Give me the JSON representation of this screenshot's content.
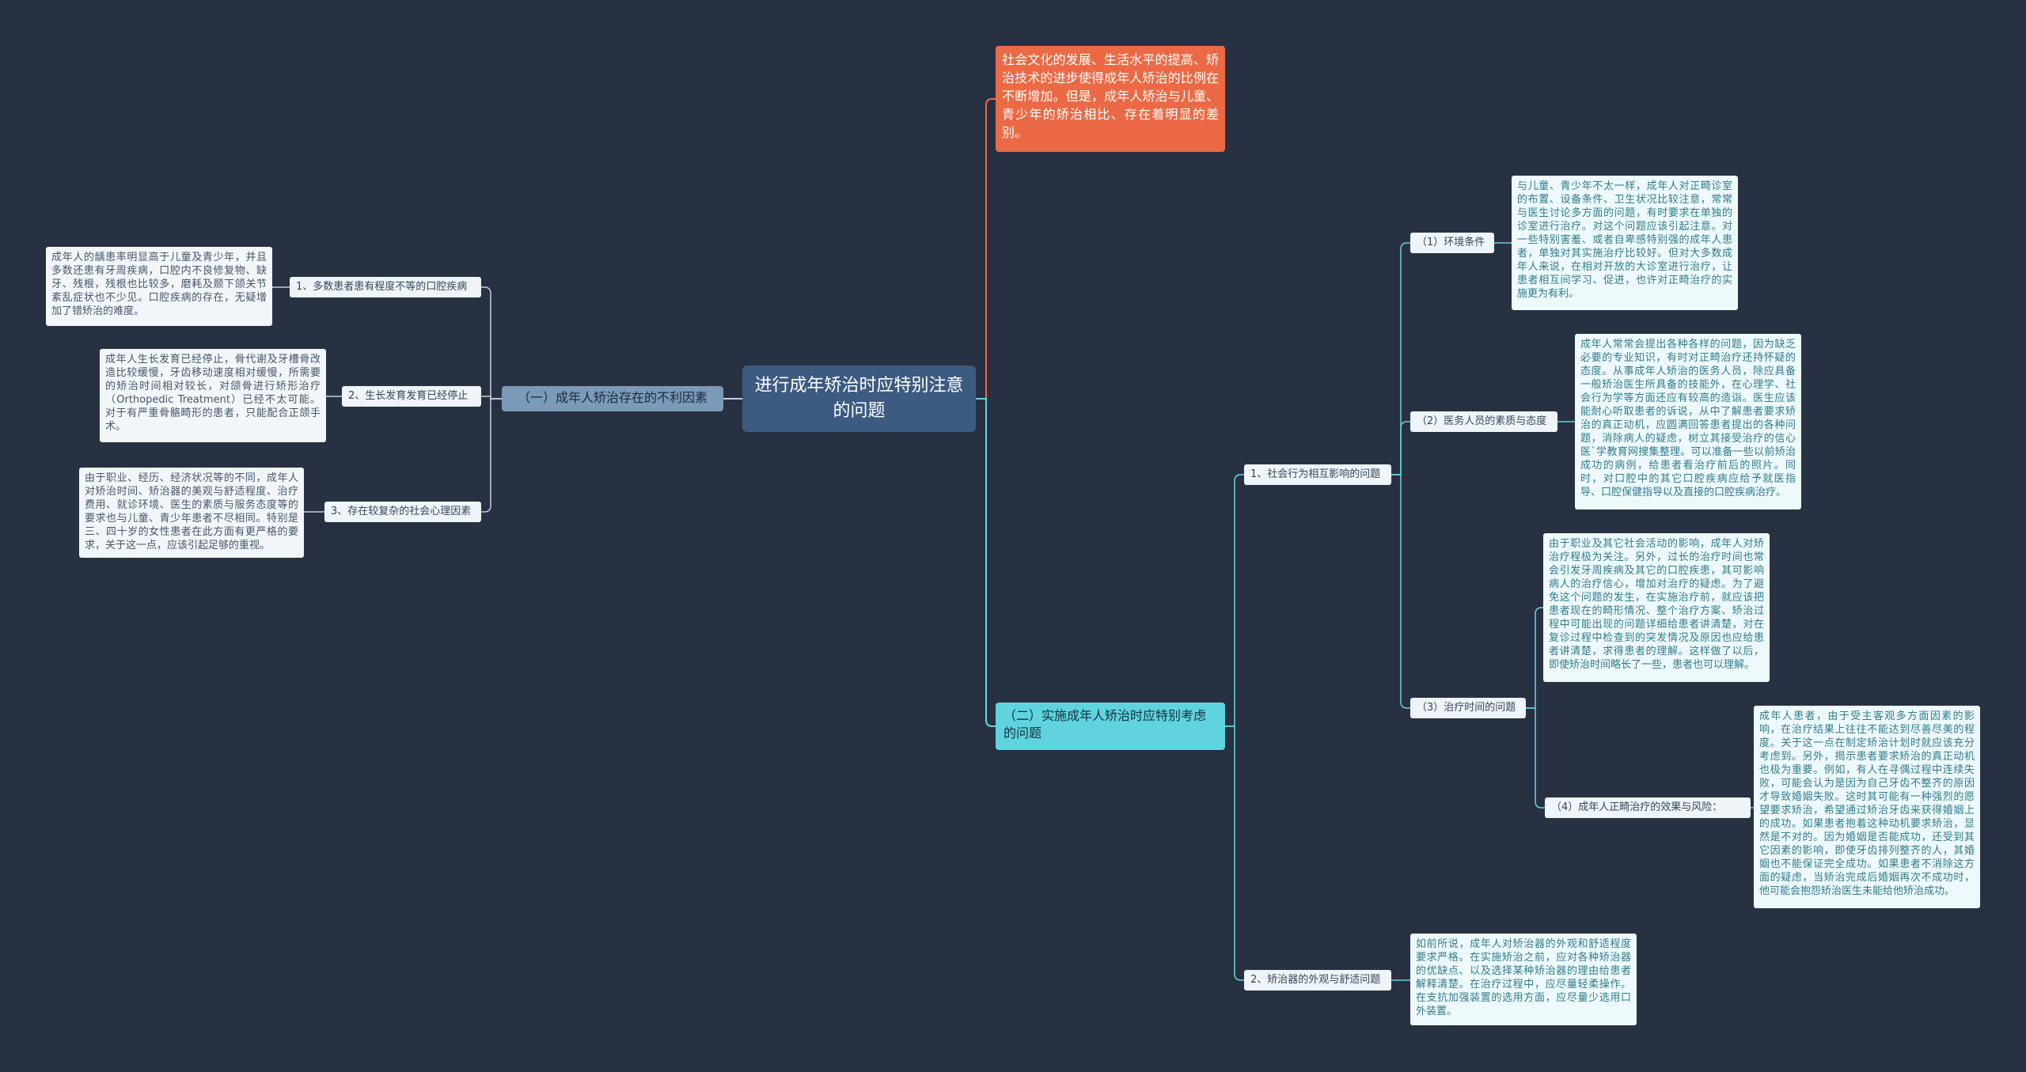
{
  "colors": {
    "background": "#283141",
    "root": "#3d5a80",
    "highlight": "#eb6a45",
    "left_branch": "#7a9ab8",
    "right_branch": "#5fd4de",
    "left_edge": "#c3cdd8",
    "right_edge": "#66d4df",
    "top_edge": "#eb6a45"
  },
  "root": {
    "title": "进行成年矫治时应特别注意的问题"
  },
  "intro": {
    "text": "社会文化的发展、生活水平的提高、矫治技术的进步使得成年人矫治的比例在不断增加。但是，成年人矫治与儿童、青少年的矫治相比、存在着明显的差别。"
  },
  "left": {
    "label": "（一）成年人矫治存在的不利因素",
    "items": [
      {
        "label": "1、多数患者患有程度不等的口腔疾病",
        "detail": "成年人的龋患率明显高于儿童及青少年，并且多数还患有牙周疾病，口腔内不良修复物、缺牙、残根，残根也比较多，磨耗及颞下颌关节紊乱症状也不少见。口腔疾病的存在，无疑增加了错矫治的难度。"
      },
      {
        "label": "2、生长发育发育已经停止",
        "detail": "成年人生长发育已经停止，骨代谢及牙槽骨改造比较缓慢，牙齿移动速度相对缓慢，所需要的矫治时间相对较长，对颌骨进行矫形治疗（Orthopedic Treatment）已经不太可能。对于有严重骨骼畸形的患者，只能配合正颌手术。"
      },
      {
        "label": "3、存在较复杂的社会心理因素",
        "detail": "由于职业、经历、经济状况等的不同，成年人对矫治时间、矫治器的美观与舒适程度、治疗费用、就诊环境、医生的素质与服务态度等的要求也与儿童、青少年患者不尽相同。特别是三、四十岁的女性患者在此方面有更严格的要求，关于这一点，应该引起足够的重视。"
      }
    ]
  },
  "right": {
    "label": "（二）实施成年人矫治时应特别考虑的问题",
    "groups": [
      {
        "label": "1、社会行为相互影响的问题",
        "items": [
          {
            "label": "（1）环境条件",
            "detail": "与儿童、青少年不太一样，成年人对正畸诊室的布置、设备条件、卫生状况比较注意，常常与医生讨论多方面的问题，有时要求在单独的诊室进行治疗。对这个问题应该引起注意。对一些特别害羞、或者自卑感特别强的成年人患者，单独对其实施治疗比较好。但对大多数成年人来说，在相对开放的大诊室进行治疗，让患者相互间学习、促进，也许对正畸治疗的实施更为有利。"
          },
          {
            "label": "（2）医务人员的素质与态度",
            "detail": "成年人常常会提出各种各样的问题，因为缺乏必要的专业知识，有时对正畸治疗还持怀疑的态度。从事成年人矫治的医务人员，除应具备一般矫治医生所具备的技能外，在心理学、社会行为学等方面还应有较高的造诣。医生应该能耐心听取患者的诉说，从中了解患者要求矫治的真正动机，应圆满回答患者提出的各种问题，消除病人的疑虑，树立其接受治疗的信心医`学教育网搜集整理。可以准备一些以前矫治成功的病例，给患者看治疗前后的照片。同时，对口腔中的其它口腔疾病应给予就医指导、口腔保健指导以及直接的口腔疾病治疗。"
          },
          {
            "label": "（3）治疗时间的问题",
            "detail": "由于职业及其它社会活动的影响，成年人对矫治疗程极为关注。另外，过长的治疗时间也常会引发牙周疾病及其它的口腔疾患，其可影响病人的治疗信心，增加对治疗的疑虑。为了避免这个问题的发生，在实施治疗前，就应该把患者现在的畸形情况、整个治疗方案、矫治过程中可能出现的问题详细给患者讲清楚，对在复诊过程中检查到的突发情况及原因也应给患者讲清楚，求得患者的理解。这样做了以后，即使矫治时间略长了一些，患者也可以理解。"
          },
          {
            "label": "（4）成年人正畸治疗的效果与风险：",
            "detail": "成年人患者，由于受主客观多方面因素的影响，在治疗结果上往往不能达到尽善尽美的程度。关于这一点在制定矫治计划时就应该充分考虑到。另外，揭示患者要求矫治的真正动机也极为重要。例如，有人在寻偶过程中连续失败，可能会认为是因为自己牙齿不整齐的原因才导致婚姻失败。这时其可能有一种强烈的愿望要求矫治，希望通过矫治牙齿来获得婚姻上的成功。如果患者抱着这种动机要求矫治，显然是不对的。因为婚姻是否能成功，还受到其它因素的影响，即使牙齿排列整齐的人，其婚姻也不能保证完全成功。如果患者不消除这方面的疑虑，当矫治完成后婚姻再次不成功时，他可能会抱怨矫治医生未能给他矫治成功。"
          }
        ]
      },
      {
        "label": "2、矫治器的外观与舒适问题",
        "items": [
          {
            "detail": "如前所说，成年人对矫治器的外观和舒适程度要求严格。在实施矫治之前，应对各种矫治器的优缺点、以及选择某种矫治器的理由给患者解释清楚。在治疗过程中，应尽量轻柔操作。在支抗加强装置的选用方面，应尽量少选用口外装置。"
          }
        ]
      }
    ]
  }
}
